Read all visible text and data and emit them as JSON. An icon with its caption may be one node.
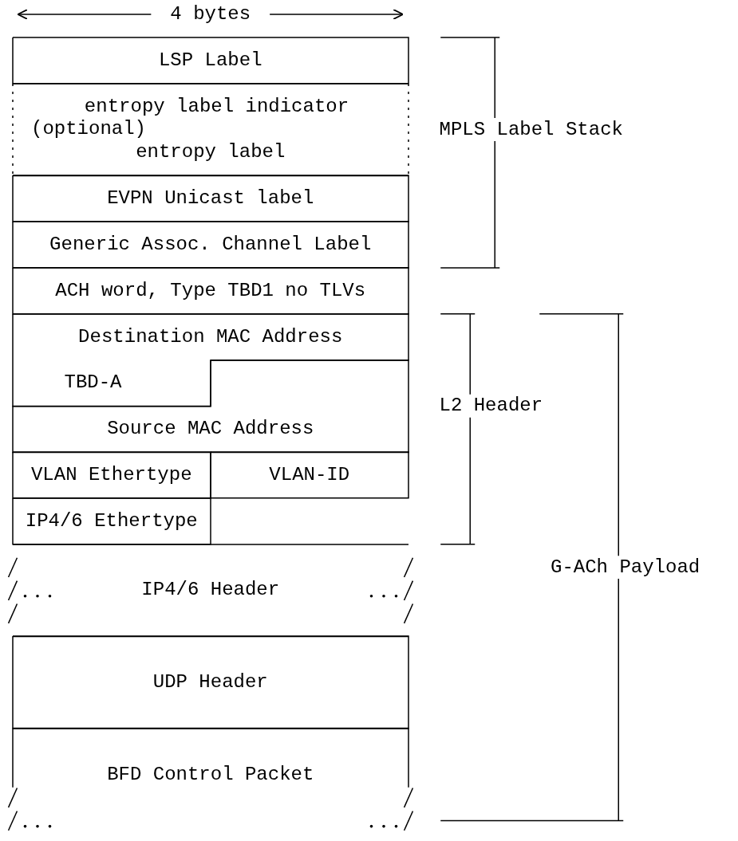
{
  "diagram": {
    "nodes": [
      {
        "text": [
          "LSP Label"
        ]
      },
      {
        "text": [
          "entropy label indicator",
          "(optional)",
          "entropy label"
        ]
      },
      {
        "text": [
          "EVPN Unicast label"
        ]
      },
      {
        "text": [
          "Generic Assoc. Channel Label"
        ]
      },
      {
        "text": [
          "ACH word, Type TBD1 no TLVs"
        ]
      },
      {
        "text": [
          "Destination MAC Address",
          "TBD-A"
        ]
      },
      {
        "text": [
          "Source MAC Address"
        ]
      },
      {
        "text": [
          "VLAN Ethertype"
        ]
      },
      {
        "text": [
          "VLAN-ID"
        ]
      },
      {
        "text": [
          "IP4/6 Ethertype"
        ]
      },
      {
        "text": [
          "IP4/6 Header"
        ]
      },
      {
        "text": [
          "UDP Header"
        ]
      },
      {
        "text": [
          "BFD Control Packet"
        ]
      }
    ],
    "labels": [
      "4 bytes",
      "MPLS Label Stack",
      "L2 Header",
      "G-ACh Payload"
    ]
  }
}
